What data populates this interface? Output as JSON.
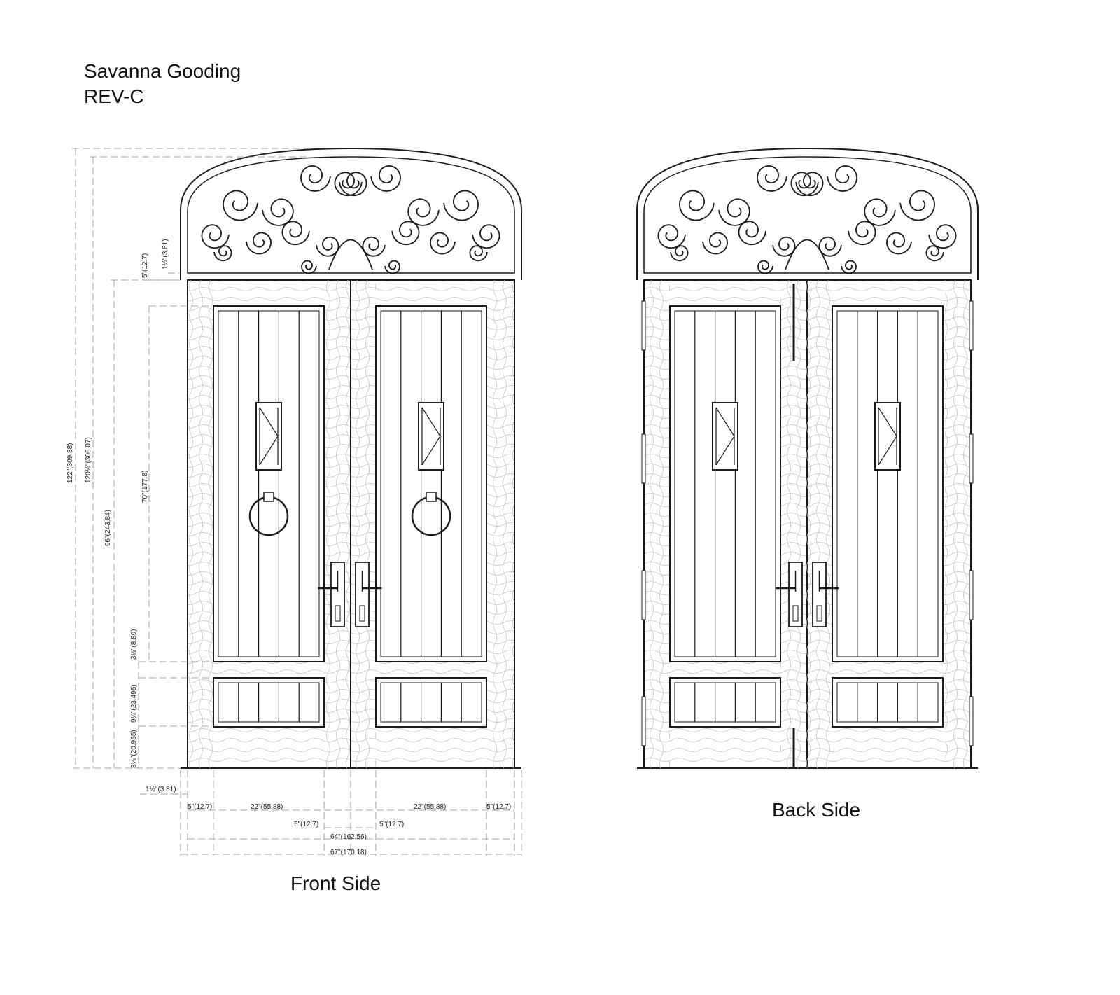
{
  "header": {
    "client": "Savanna Gooding",
    "revision": "REV-C"
  },
  "views": {
    "front": "Front Side",
    "back": "Back Side"
  },
  "dimensions": {
    "vertical": {
      "overall_height": "122\"(309.88)",
      "height_to_arch_inner": "120½\"(306.07)",
      "door_height": "96\"(243.84)",
      "top_rail": "5\"(12.7)",
      "transom_frame": "1½\"(3.81)",
      "upper_panel": "70\"(177.8)",
      "mid_gap": "3½\"(8.89)",
      "lower_panel": "9¼\"(23.495)",
      "bottom_rail": "8¼\"(20.955)"
    },
    "horizontal": {
      "frame": "1½\"(3.81)",
      "left_stile": "5\"(12.7)",
      "left_panel": "22\"(55.88)",
      "left_center_stile": "5\"(12.7)",
      "right_center_stile": "5\"(12.7)",
      "right_panel": "22\"(55.88)",
      "right_stile": "5\"(12.7)",
      "door_width": "64\"(162.56)",
      "overall_width": "67\"(170.18)"
    }
  },
  "colors": {
    "line": "#1a1a1a",
    "dim": "#777777",
    "grain": "#bdbdbd"
  }
}
